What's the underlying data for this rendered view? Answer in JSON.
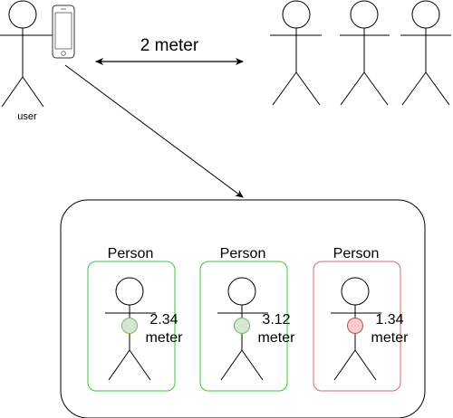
{
  "top": {
    "user_label": "user",
    "distance_label": "2 meter"
  },
  "detections": [
    {
      "label": "Person",
      "distance_value": "2.34",
      "distance_unit": "meter",
      "box_color": "#33cc33",
      "dot_fill": "#d5e8d4",
      "dot_stroke": "#82b366"
    },
    {
      "label": "Person",
      "distance_value": "3.12",
      "distance_unit": "meter",
      "box_color": "#33cc33",
      "dot_fill": "#d5e8d4",
      "dot_stroke": "#82b366"
    },
    {
      "label": "Person",
      "distance_value": "1.34",
      "distance_unit": "meter",
      "box_color": "#e06666",
      "dot_fill": "#f8cecc",
      "dot_stroke": "#b85450"
    }
  ]
}
